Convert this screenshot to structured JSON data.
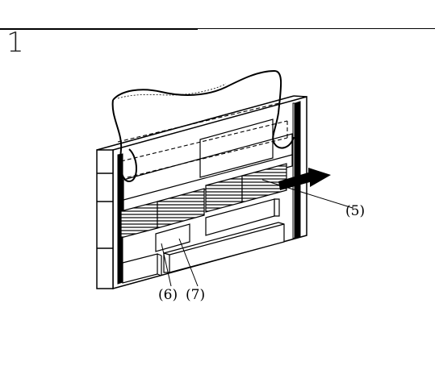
{
  "step": {
    "number": "1"
  },
  "callouts": {
    "c5": "(5)",
    "c6": "(6)",
    "c7": "(7)"
  },
  "icons": [
    "arrow-right-icon"
  ]
}
